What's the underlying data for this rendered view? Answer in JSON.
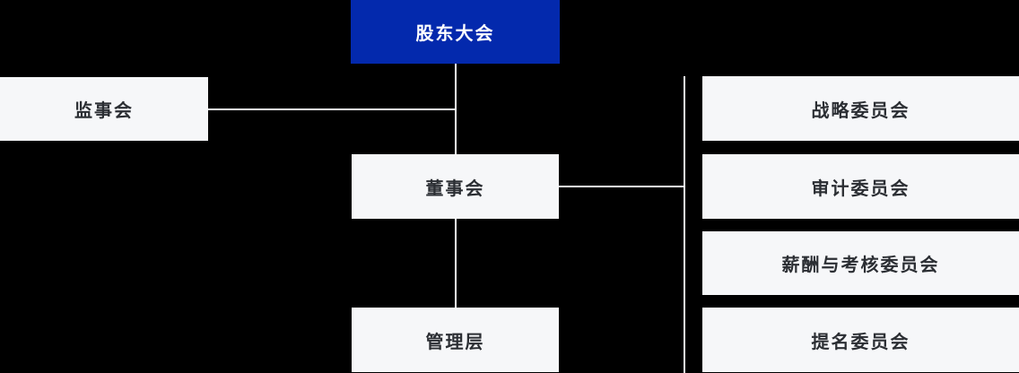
{
  "colors": {
    "background": "#000000",
    "primary": "#0329AD",
    "node_bg": "#F6F7F9",
    "node_text": "#2B2E33",
    "primary_text": "#FFFFFF",
    "line": "#F5F6F8"
  },
  "org_chart": {
    "type": "org-chart",
    "nodes": {
      "shareholders": {
        "label": "股东大会",
        "variant": "primary"
      },
      "supervisory_board": {
        "label": "监事会",
        "variant": "default"
      },
      "board_of_directors": {
        "label": "董事会",
        "variant": "default"
      },
      "management": {
        "label": "管理层",
        "variant": "default"
      },
      "strategy_committee": {
        "label": "战略委员会",
        "variant": "default"
      },
      "audit_committee": {
        "label": "审计委员会",
        "variant": "default"
      },
      "remuneration_appraisal_committee": {
        "label": "薪酬与考核委员会",
        "variant": "default"
      },
      "nomination_committee": {
        "label": "提名委员会",
        "variant": "default"
      }
    },
    "hierarchy": [
      {
        "from": "股东大会",
        "to": "监事会"
      },
      {
        "from": "股东大会",
        "to": "董事会"
      },
      {
        "from": "董事会",
        "to": "管理层"
      },
      {
        "from": "董事会",
        "to": "战略委员会"
      },
      {
        "from": "董事会",
        "to": "审计委员会"
      },
      {
        "from": "董事会",
        "to": "薪酬与考核委员会"
      },
      {
        "from": "董事会",
        "to": "提名委员会"
      }
    ]
  }
}
